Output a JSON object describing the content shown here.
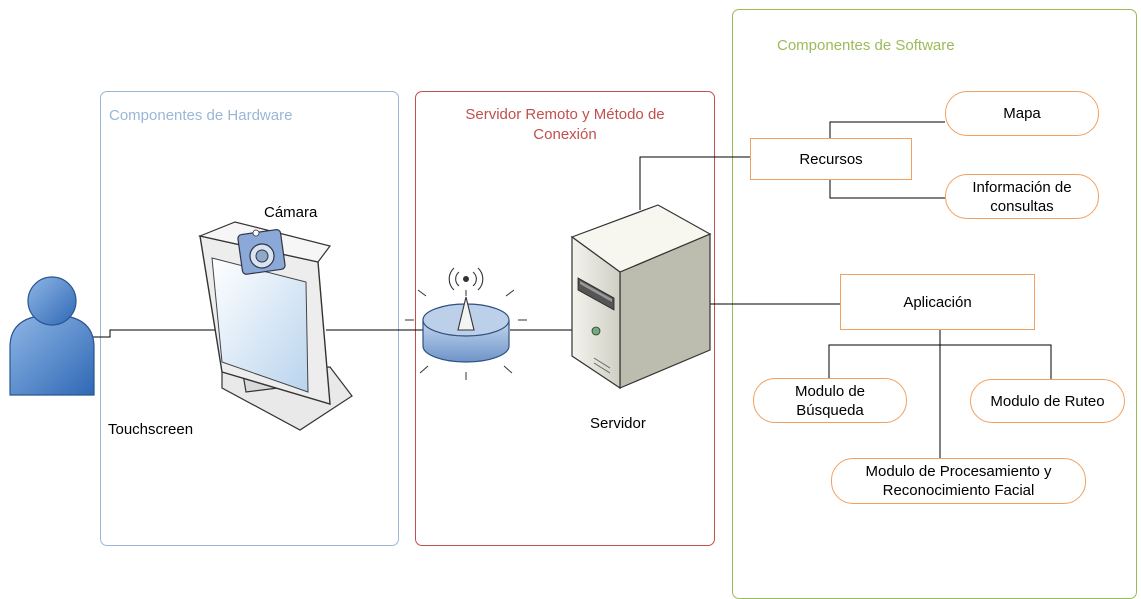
{
  "groups": {
    "hardware": {
      "title": "Componentes de Hardware",
      "color": "#9bb7d6"
    },
    "server": {
      "title": "Servidor Remoto y Método de\nConexión",
      "color": "#c0504d"
    },
    "software": {
      "title": "Componentes de Software",
      "color": "#9bbb59"
    }
  },
  "labels": {
    "camera": "Cámara",
    "touchscreen": "Touchscreen",
    "server": "Servidor"
  },
  "nodes": {
    "recursos": "Recursos",
    "mapa": "Mapa",
    "informacion": "Información de\nconsultas",
    "aplicacion": "Aplicación",
    "busqueda": "Modulo de\nBúsqueda",
    "ruteo": "Modulo de Ruteo",
    "procesamiento": "Modulo de Procesamiento y\nReconocimiento Facial"
  },
  "colors": {
    "node_border": "#f0a060",
    "connector": "#000000"
  },
  "icons": [
    "user-icon",
    "touchscreen-monitor-icon",
    "camera-icon",
    "wireless-router-icon",
    "server-tower-icon"
  ]
}
